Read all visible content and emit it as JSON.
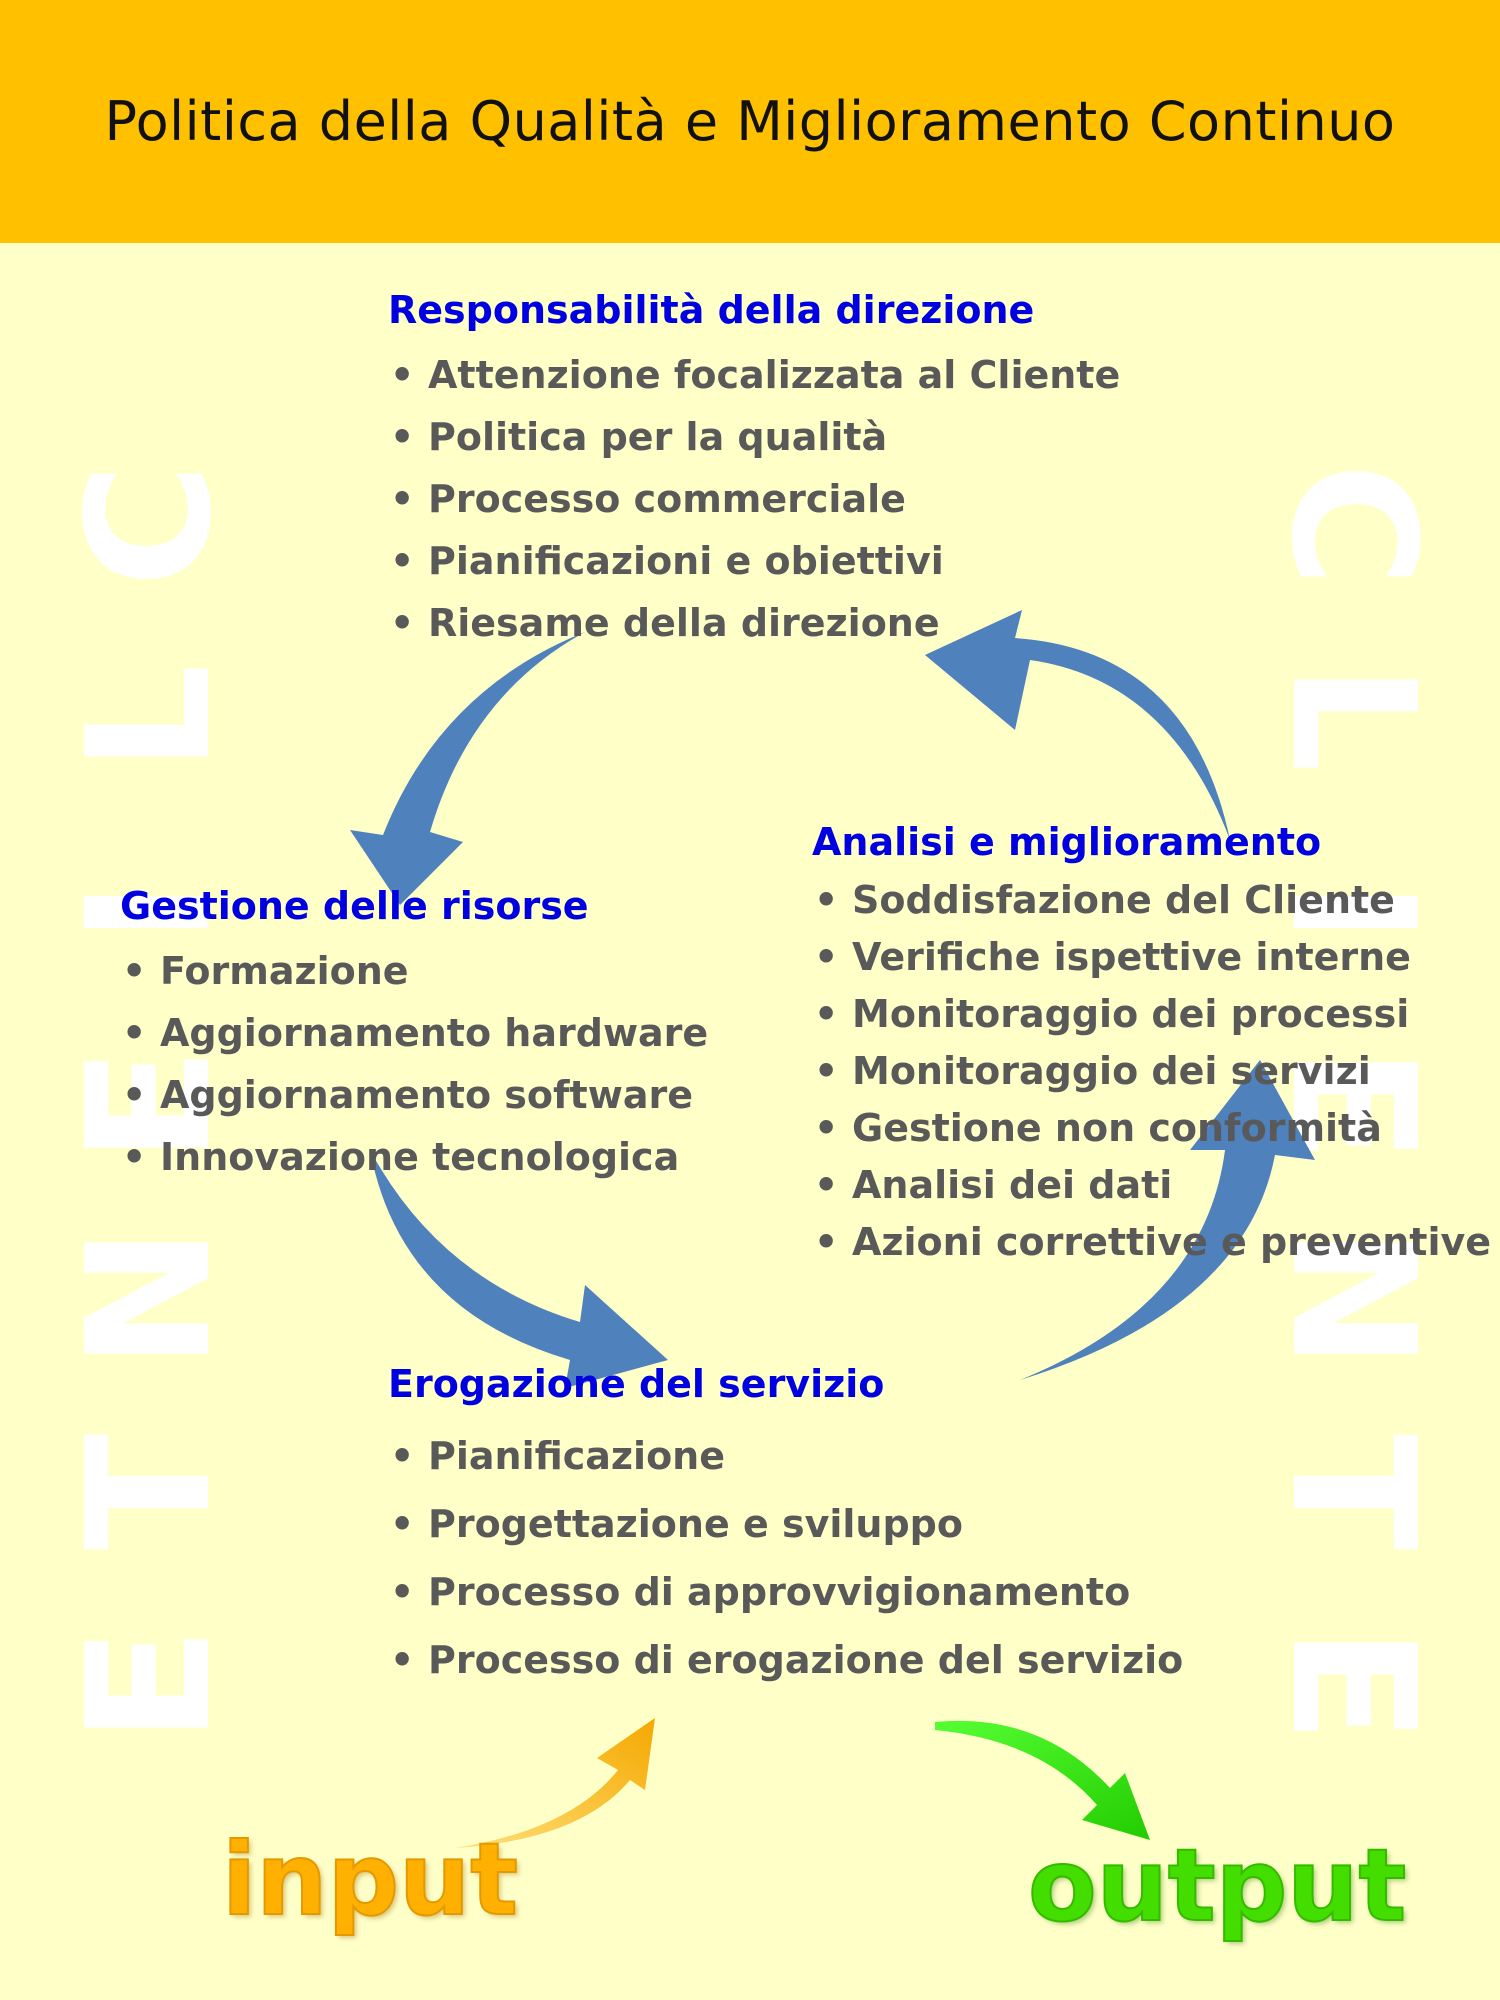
{
  "title": "Politica della Qualità e Miglioramento Continuo",
  "side_text": [
    "C",
    "L",
    "I",
    "E",
    "N",
    "T",
    "E"
  ],
  "sections": {
    "responsabilita": {
      "heading": "Responsabilità della direzione",
      "items": [
        "Attenzione focalizzata al Cliente",
        "Politica per la qualità",
        "Processo commerciale",
        "Pianificazioni e obiettivi",
        "Riesame della direzione"
      ]
    },
    "gestione": {
      "heading": "Gestione delle risorse",
      "items": [
        "Formazione",
        "Aggiornamento hardware",
        "Aggiornamento software",
        "Innovazione tecnologica"
      ]
    },
    "analisi": {
      "heading": "Analisi e miglioramento",
      "items": [
        "Soddisfazione del Cliente",
        "Verifiche ispettive interne",
        "Monitoraggio dei  processi",
        "Monitoraggio dei servizi",
        "Gestione non conformità",
        "Analisi dei dati",
        "Azioni correttive e preventive"
      ]
    },
    "erogazione": {
      "heading": "Erogazione del  servizio",
      "items": [
        "Pianificazione",
        "Progettazione e sviluppo",
        "Processo di approvvigionamento",
        "Processo di erogazione del servizio"
      ]
    }
  },
  "input_label": "input",
  "output_label": "output",
  "colors": {
    "header": "#FFC000",
    "background": "#FFFFC8",
    "heading_text": "#0000E0",
    "item_text": "#595959",
    "cycle_arrow": "#4F81BD",
    "input_arrow": "#FFB000",
    "output_arrow": "#22DD00"
  }
}
